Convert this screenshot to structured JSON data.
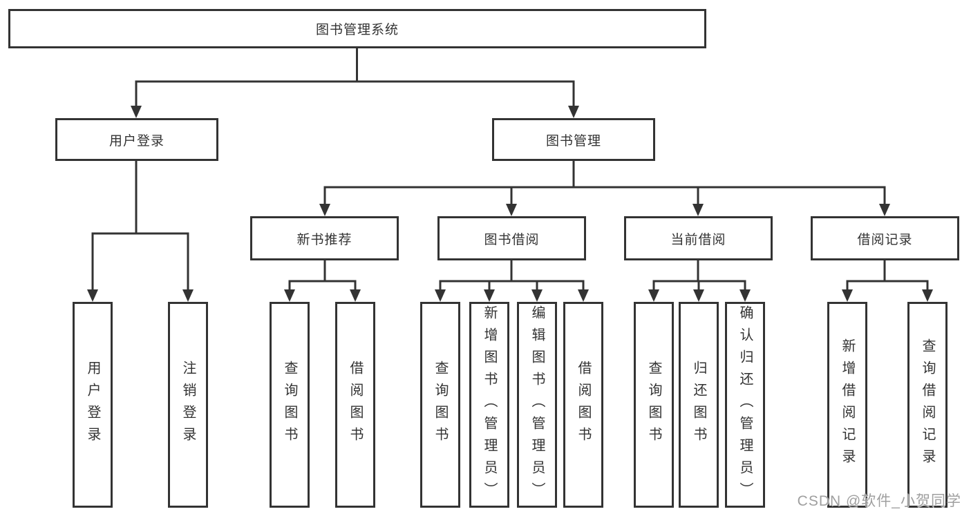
{
  "tree": {
    "root": "图书管理系统",
    "branches": [
      {
        "label": "用户登录",
        "children": [
          "用户登录",
          "注销登录"
        ]
      },
      {
        "label": "图书管理",
        "groups": [
          {
            "label": "新书推荐",
            "children": [
              "查询图书",
              "借阅图书"
            ]
          },
          {
            "label": "图书借阅",
            "children": [
              "查询图书",
              "新增图书（管理员）",
              "编辑图书（管理员）",
              "借阅图书"
            ]
          },
          {
            "label": "当前借阅",
            "children": [
              "查询图书",
              "归还图书",
              "确认归还（管理员）"
            ]
          },
          {
            "label": "借阅记录",
            "children": [
              "新增借阅记录",
              "查询借阅记录"
            ]
          }
        ]
      }
    ]
  },
  "watermark": "CSDN @软件_小贺同学",
  "colors": {
    "line": "#333333",
    "text": "#333333",
    "box_fill": "#ffffff",
    "background": "#ffffff",
    "watermark": "#9f9f9f"
  }
}
